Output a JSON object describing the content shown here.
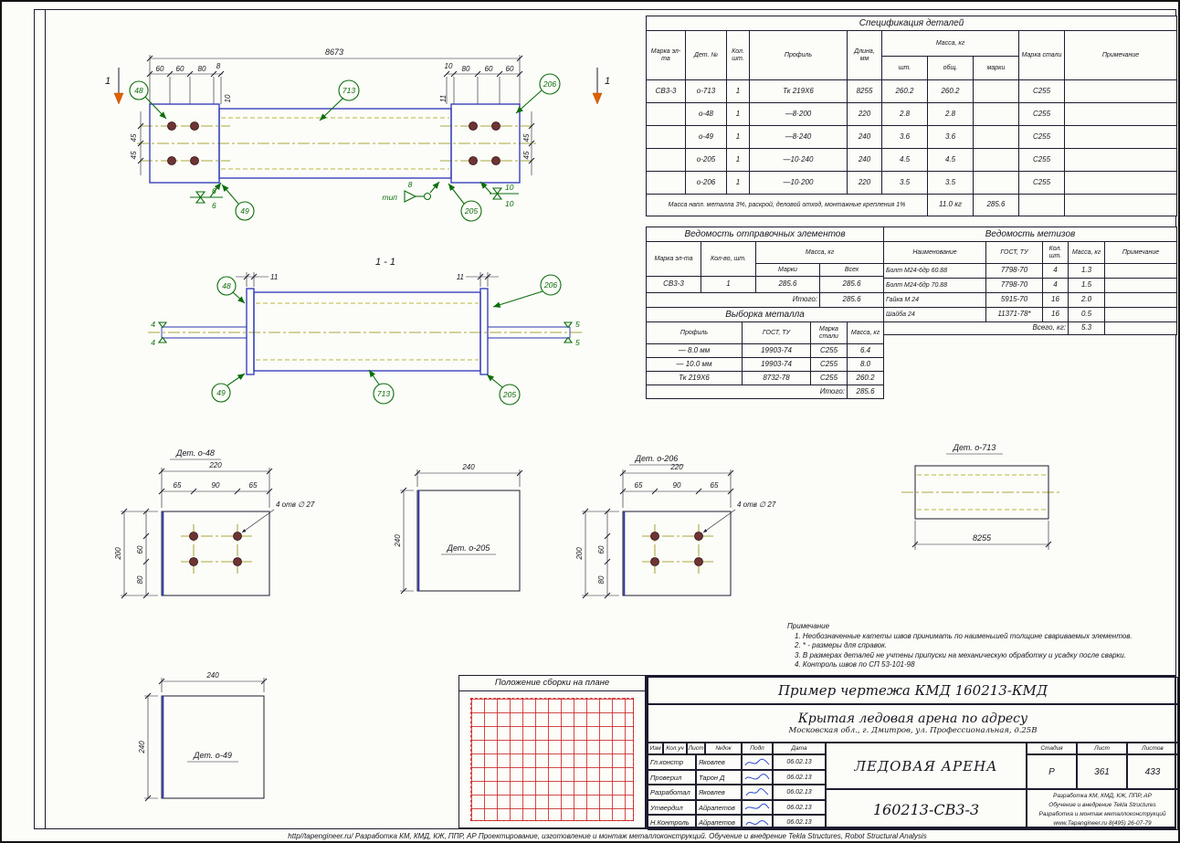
{
  "footer": {
    "url_line": "http//tapengineer.ru/   Разработка КМ, КМД, КЖ, ППР, АР  Проектирование, изготовление и монтаж металлоконструкций.  Обучение и внедрение Tekla Structures, Robot Structural Analysis"
  },
  "spec": {
    "title": "Спецификация деталей",
    "h_marka": "Марка эл-та",
    "h_det": "Дет. №",
    "h_kol": "Кол. шт.",
    "h_profil": "Профиль",
    "h_dlina": "Длина, мм",
    "h_massa": "Масса, кг",
    "h_sht": "шт.",
    "h_obsh": "общ.",
    "h_marki": "марки",
    "h_stal": "Марка стали",
    "h_prim": "Примечание",
    "rows": [
      {
        "marka": "СВ3-3",
        "det": "о-713",
        "kol": "1",
        "profil": "Тк 219Х6",
        "dlina": "8255",
        "sht": "260.2",
        "obsh": "260.2",
        "stal": "С255"
      },
      {
        "det": "о-48",
        "kol": "1",
        "profil": "—8·200",
        "dlina": "220",
        "sht": "2.8",
        "obsh": "2.8",
        "stal": "С255"
      },
      {
        "det": "о-49",
        "kol": "1",
        "profil": "—8·240",
        "dlina": "240",
        "sht": "3.6",
        "obsh": "3.6",
        "stal": "С255"
      },
      {
        "det": "о-205",
        "kol": "1",
        "profil": "—10·240",
        "dlina": "240",
        "sht": "4.5",
        "obsh": "4.5",
        "stal": "С255"
      },
      {
        "det": "о-206",
        "kol": "1",
        "profil": "—10·200",
        "dlina": "220",
        "sht": "3.5",
        "obsh": "3.5",
        "stal": "С255"
      }
    ],
    "footer_note": "Масса напл. металла 3%, раскрой, деловой отход, монтажные крепления 1%",
    "footer_kg": "11.0 кг",
    "footer_total": "285.6"
  },
  "shipping": {
    "title": "Ведомость отправочных элементов",
    "h_marka": "Марка эл-та",
    "h_kol": "Кол-во, шт.",
    "h_massa": "Масса, кг",
    "h_marki": "Марки",
    "h_vsekh": "Всех",
    "row_marka": "СВ3-3",
    "row_kol": "1",
    "row_marki": "285.6",
    "row_vsekh": "285.6",
    "itogo_label": "Итого:",
    "itogo_value": "285.6"
  },
  "hardware": {
    "title": "Ведомость метизов",
    "h_name": "Наименование",
    "h_gost": "ГОСТ, ТУ",
    "h_kol": "Кол. шт.",
    "h_massa": "Масса, кг",
    "h_prim": "Примечание",
    "rows": [
      {
        "name": "Болт М24-6др 60.88",
        "gost": "7798-70",
        "kol": "4",
        "massa": "1.3"
      },
      {
        "name": "Болт М24-6др 70.88",
        "gost": "7798-70",
        "kol": "4",
        "massa": "1.5"
      },
      {
        "name": "Гайка М 24",
        "gost": "5915-70",
        "kol": "16",
        "massa": "2.0"
      },
      {
        "name": "Шайба 24",
        "gost": "11371-78*",
        "kol": "16",
        "massa": "0.5"
      }
    ],
    "total_label": "Всего, кг:",
    "total_value": "5.3"
  },
  "metal": {
    "title": "Выборка металла",
    "h_profil": "Профиль",
    "h_gost": "ГОСТ, ТУ",
    "h_stal": "Марка стали",
    "h_massa": "Масса, кг",
    "rows": [
      {
        "profil": "— 8.0 мм",
        "gost": "19903-74",
        "stal": "С255",
        "massa": "6.4"
      },
      {
        "profil": "— 10.0 мм",
        "gost": "19903-74",
        "stal": "С255",
        "massa": "8.0"
      },
      {
        "profil": "Тк 219Х6",
        "gost": "8732-78",
        "stal": "С255",
        "massa": "260.2"
      }
    ],
    "itogo_label": "Итого:",
    "itogo_value": "285.6"
  },
  "notes": {
    "title": "Примечание",
    "items": [
      "1. Необозначенные катеты швов принимать по наименьшей толщине свариваемых элементов.",
      "2. * - размеры для справок.",
      "3. В размерах деталей не учтены припуски на механическую обработку и усадку после сварки.",
      "4. Контроль швов по СП 53-101-98"
    ]
  },
  "plan": {
    "title": "Положение сборки на плане"
  },
  "titleblock": {
    "example_line": "Пример чертежа КМД  160213-КМД",
    "project_line1": "Крытая ледовая арена по адресу",
    "project_line2": "Московская обл., г. Дмитров, ул. Профессиональная, д.25В",
    "object_name": "ЛЕДОВАЯ АРЕНА",
    "doc_number": "160213-СВ3-3",
    "h_izm": "Изм",
    "h_koluch": "Кол.уч",
    "h_list": "Лист",
    "h_ndok": "№док",
    "h_podp": "Подп",
    "h_data": "Дата",
    "h_stadia": "Стадия",
    "h_list2": "Лист",
    "h_listov": "Листов",
    "stadia": "Р",
    "list": "361",
    "listov": "433",
    "sign_rows": [
      {
        "role": "Гл.констр",
        "name": "Яковлев",
        "date": "06.02.13"
      },
      {
        "role": "Проверил",
        "name": "Тарон Д",
        "date": "06.02.13"
      },
      {
        "role": "Разработал",
        "name": "Яковлев",
        "date": "06.02.13"
      },
      {
        "role": "Утвердил",
        "name": "Айрапетов",
        "date": "06.02.13"
      },
      {
        "role": "Н.Контроль",
        "name": "Айрапетов",
        "date": "06.02.13"
      }
    ],
    "company_lines": [
      "Разработка КМ, КМД, КЖ, ППР, АР",
      "Обучение и внедрение Tekla Structures",
      "Разработка и монтаж металлоконструкций",
      "www.Tapangineer.ru   8(495) 26-07-79"
    ]
  },
  "drawing": {
    "bubbles": {
      "b48": "48",
      "b49": "49",
      "b205": "205",
      "b206": "206",
      "b713": "713"
    },
    "top": {
      "dim_total": "8673",
      "dims_left": [
        "60",
        "60",
        "80",
        "8"
      ],
      "dims_right": [
        "10",
        "80",
        "60",
        "60"
      ],
      "dim_v_left": [
        "45",
        "45"
      ],
      "dim_v_right": [
        "45",
        "45"
      ],
      "thk_left": "10",
      "thk_right": "11",
      "section_no": "1",
      "weld_left": [
        "6",
        "6"
      ],
      "weld_right": [
        "10",
        "10"
      ],
      "tip_label": "тип",
      "tip_size": "8"
    },
    "section": {
      "title": "1 - 1",
      "plate_dim_left": "11",
      "plate_dim_right": "11",
      "weld_left": [
        "4",
        "4"
      ],
      "weld_right": [
        "5",
        "5"
      ]
    },
    "det48": {
      "label": "Дет. о-48",
      "dim_w": "220",
      "dims_w": [
        "65",
        "90",
        "65"
      ],
      "dim_h": "200",
      "dims_h": [
        "60",
        "80"
      ],
      "holes": "4 отв ∅ 27"
    },
    "det205": {
      "label": "Дет. о-205",
      "dim_w": "240",
      "dim_h": "240"
    },
    "det206": {
      "label": "Дет. о-206",
      "dim_w": "220",
      "dims_w": [
        "65",
        "90",
        "65"
      ],
      "dim_h": "200",
      "dims_h": [
        "60",
        "80"
      ],
      "holes": "4 отв ∅ 27"
    },
    "det713": {
      "label": "Дет. о-713",
      "dim_l": "8255"
    },
    "det49": {
      "label": "Дет. о-49",
      "dim_w": "240",
      "dim_h": "240"
    }
  }
}
